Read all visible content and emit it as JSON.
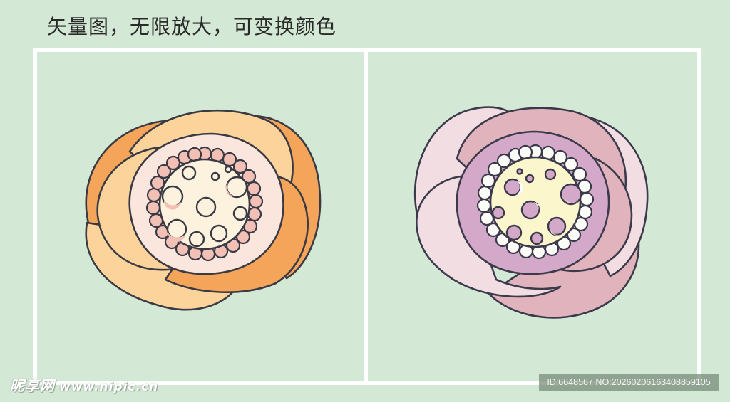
{
  "header": {
    "title": "矢量图，无限放大，可变换颜色"
  },
  "panels": [
    {
      "id": "left",
      "label": "orange-flower",
      "colors": {
        "outer_light": "#fcd39a",
        "outer_dark": "#f5a55a",
        "inner_petal": "#fbe6de",
        "stamen_ring": "#f3c0b6",
        "center": "#fdf2dd",
        "outline": "#3a3a44"
      }
    },
    {
      "id": "right",
      "label": "pink-flower",
      "colors": {
        "outer_light": "#f2dde2",
        "outer_dark": "#e0b3bd",
        "inner_petal": "#d4a8c8",
        "stamen_ring": "#fbfbf8",
        "center": "#fbf6cc",
        "outline": "#3a3a4a"
      }
    }
  ],
  "colors": {
    "background": "#d4e8d6",
    "frame": "#ffffff"
  },
  "watermark": {
    "brand": "昵享网",
    "url": "www.nipic.cn",
    "id_text": "ID:6648567 NO:20260206163408859105"
  }
}
